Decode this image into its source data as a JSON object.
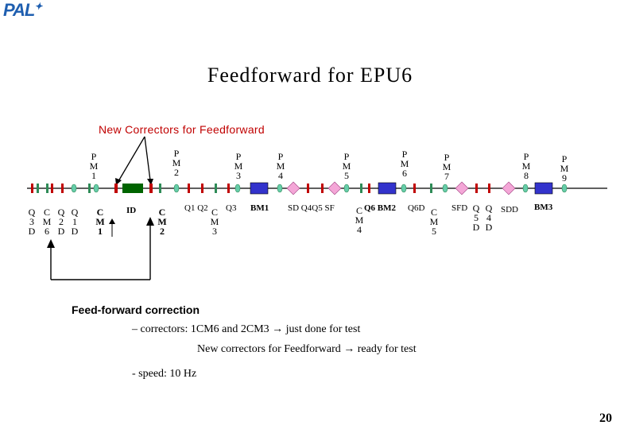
{
  "logo": {
    "text": "PAL"
  },
  "title": "Feedforward for EPU6",
  "subtitle": "New Correctors for Feedforward",
  "pm_labels": [
    {
      "id": "pm1",
      "text": "P\nM\n1"
    },
    {
      "id": "pm2",
      "text": "P\nM\n2"
    },
    {
      "id": "pm3",
      "text": "P\nM\n3"
    },
    {
      "id": "pm4",
      "text": "P\nM\n4"
    },
    {
      "id": "pm5",
      "text": "P\nM\n5"
    },
    {
      "id": "pm6",
      "text": "P\nM\n6"
    },
    {
      "id": "pm7",
      "text": "P\nM\n7"
    },
    {
      "id": "pm8",
      "text": "P\nM\n8"
    },
    {
      "id": "pm9",
      "text": "P\nM\n9"
    }
  ],
  "lower_labels": {
    "qd3": "Q\n3\nD",
    "cm2": "C\nM\n6",
    "q2": "Q\n2\nD",
    "q1": "Q\n1\nD",
    "cm1": "C\nM\n1",
    "id": "ID",
    "cm2b": "C\nM\n2",
    "q1q2": "Q1 Q2",
    "cm3": "C\nM\n3",
    "q3": "Q3",
    "bm1": "BM1",
    "sd_q4q5_sf": "SD Q4Q5 SF",
    "cm4": "C\nM\n4",
    "q6_bm2": "Q6 BM2",
    "q6d": "Q6D",
    "cm5": "C\nM\n5",
    "sfd": "SFD",
    "q5d": "Q\n5\nD",
    "q4d": "Q\n4\nD",
    "sdd": "SDD",
    "bm3": "BM3"
  },
  "feedforward": {
    "heading": "Feed-forward correction",
    "line1": "– correctors:  1CM6 and 2CM3  → just done for test",
    "line2": "New correctors for Feedforward   → ready for test",
    "line3": "- speed:  10 Hz"
  },
  "page_number": "20",
  "colors": {
    "title": "#000000",
    "subtitle": "#c00000",
    "logo": "#1f5fb0",
    "corrector": "#2e8b57",
    "bpm": "#66cdaa",
    "bend": "#3333cc",
    "sext": "#f4a6d7",
    "quad_red": "#c00000",
    "id": "#006400"
  }
}
